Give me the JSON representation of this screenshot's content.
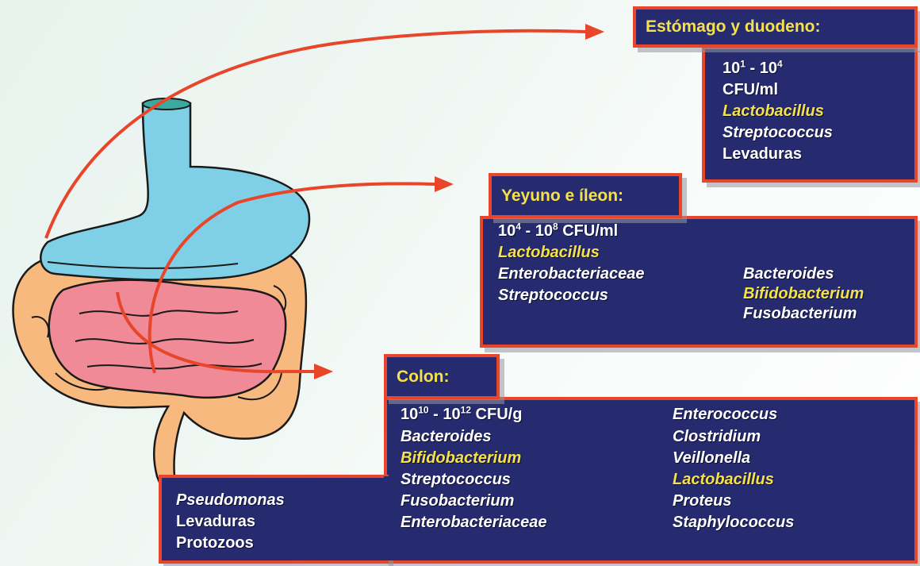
{
  "stomach": {
    "title": "Estómago y duodeno:",
    "count_base": "10",
    "count_exp1": "1",
    "count_sep": " - 10",
    "count_exp2": "4",
    "unit": "CFU/ml",
    "organisms": [
      "Lactobacillus",
      "Streptococcus",
      "Levaduras"
    ]
  },
  "jejunum": {
    "title": "Yeyuno e íleon:",
    "count_base": "10",
    "count_exp1": "4",
    "count_sep": " - 10",
    "count_exp2": "8",
    "count_unit": " CFU/ml",
    "organisms_left": [
      "Lactobacillus",
      "Enterobacteriaceae",
      "Streptococcus"
    ],
    "organisms_right": [
      "Bacteroides",
      "Bifidobacterium",
      "Fusobacterium"
    ]
  },
  "colon": {
    "title": "Colon:",
    "count_base": "10",
    "count_exp1": "10",
    "count_sep": " - 10",
    "count_exp2": "12",
    "count_unit": " CFU/g",
    "organisms_left": [
      "Pseudomonas",
      "Levaduras",
      "Protozoos"
    ],
    "organisms_mid": [
      "Bacteroides",
      "Bifidobacterium",
      "Streptococcus",
      "Fusobacterium",
      "Enterobacteriaceae"
    ],
    "organisms_right": [
      "Enterococcus",
      "Clostridium",
      "Veillonella",
      "Lactobacillus",
      "Proteus",
      "Staphylococcus"
    ]
  },
  "colors": {
    "box_fill": "#262a6e",
    "border": "#e8452a",
    "highlight_text": "#f5e24a",
    "stomach": "#7fd0e6",
    "colon": "#f8b97e",
    "small_intestine": "#f08a96",
    "arrow": "#e8452a"
  }
}
